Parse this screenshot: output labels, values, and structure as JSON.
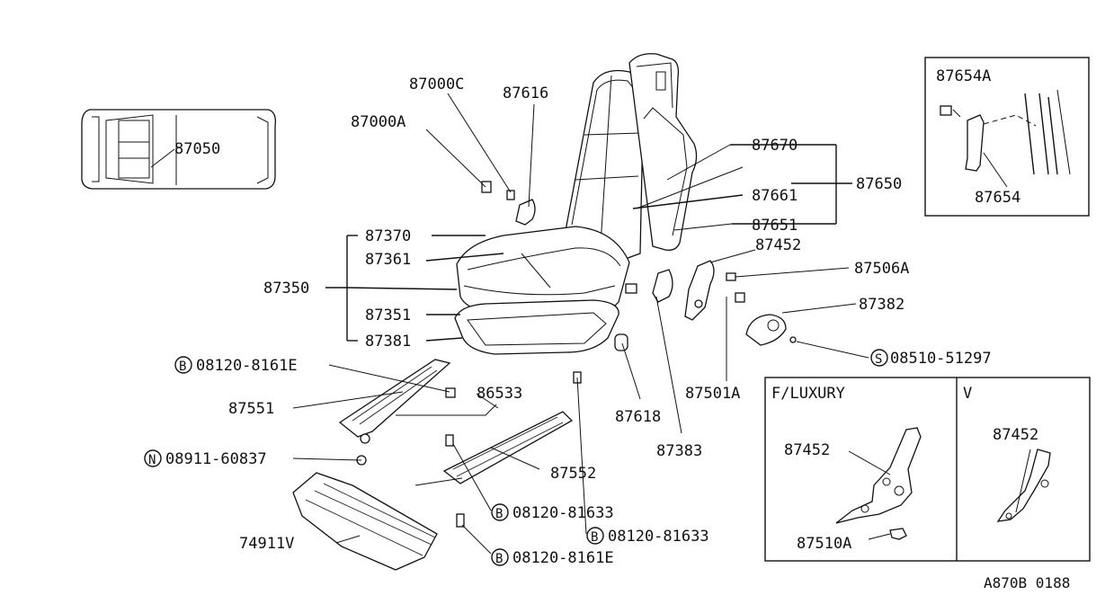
{
  "drawing_code": "A870B 0188",
  "labels": {
    "p87050": "87050",
    "p87000C": "87000C",
    "p87616": "87616",
    "p87000A": "87000A",
    "p87670": "87670",
    "p87650": "87650",
    "p87661": "87661",
    "p87651": "87651",
    "p87452": "87452",
    "p87370": "87370",
    "p87361": "87361",
    "p87350": "87350",
    "p87351": "87351",
    "p87381": "87381",
    "p87506A": "87506A",
    "p87382": "87382",
    "p08510": "08510-51297",
    "p87501A": "87501A",
    "p08120_8161E_top": "08120-8161E",
    "p87551": "87551",
    "p86533": "86533",
    "p87618": "87618",
    "p87383": "87383",
    "p08911": "08911-60837",
    "p87552": "87552",
    "p08120_81633_a": "08120-81633",
    "p08120_81633_b": "08120-81633",
    "p74911V": "74911V",
    "p08120_8161E_bot": "08120-8161E",
    "p87654A": "87654A",
    "p87654": "87654",
    "luxury_heading": "F/LUXURY",
    "v_heading": "V",
    "p87452_lux": "87452",
    "p87510A": "87510A",
    "p87452_v": "87452"
  },
  "prefix_marks": {
    "bolt": "B",
    "nut": "N",
    "screw": "S"
  }
}
